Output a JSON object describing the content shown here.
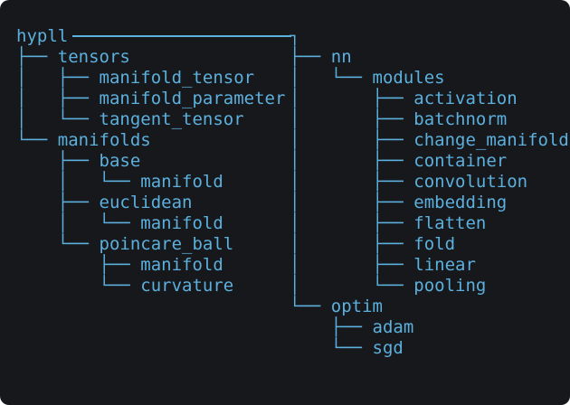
{
  "colors": {
    "page_background": "#ffffff",
    "panel_background": "#16181c",
    "accent": "#5cb0dd"
  },
  "tree": {
    "root_label": "hypll",
    "left_rows": [
      {
        "prefix": "",
        "name": "hypll"
      },
      {
        "prefix": "├── ",
        "name": "tensors"
      },
      {
        "prefix": "│   ├── ",
        "name": "manifold_tensor"
      },
      {
        "prefix": "│   ├── ",
        "name": "manifold_parameter"
      },
      {
        "prefix": "│   └── ",
        "name": "tangent_tensor"
      },
      {
        "prefix": "└── ",
        "name": "manifolds"
      },
      {
        "prefix": "    ├── ",
        "name": "base"
      },
      {
        "prefix": "    │   └── ",
        "name": "manifold"
      },
      {
        "prefix": "    ├── ",
        "name": "euclidean"
      },
      {
        "prefix": "    │   └── ",
        "name": "manifold"
      },
      {
        "prefix": "    └── ",
        "name": "poincare_ball"
      },
      {
        "prefix": "        ├── ",
        "name": "manifold"
      },
      {
        "prefix": "        └── ",
        "name": "curvature"
      }
    ],
    "right_rows": [
      {
        "prefix": "┐",
        "name": ""
      },
      {
        "prefix": "├── ",
        "name": "nn"
      },
      {
        "prefix": "│   └── ",
        "name": "modules"
      },
      {
        "prefix": "│       ├── ",
        "name": "activation"
      },
      {
        "prefix": "│       ├── ",
        "name": "batchnorm"
      },
      {
        "prefix": "│       ├── ",
        "name": "change_manifold"
      },
      {
        "prefix": "│       ├── ",
        "name": "container"
      },
      {
        "prefix": "│       ├── ",
        "name": "convolution"
      },
      {
        "prefix": "│       ├── ",
        "name": "embedding"
      },
      {
        "prefix": "│       ├── ",
        "name": "flatten"
      },
      {
        "prefix": "│       ├── ",
        "name": "fold"
      },
      {
        "prefix": "│       ├── ",
        "name": "linear"
      },
      {
        "prefix": "│       └── ",
        "name": "pooling"
      },
      {
        "prefix": "└── ",
        "name": "optim"
      },
      {
        "prefix": "    ├── ",
        "name": "adam"
      },
      {
        "prefix": "    └── ",
        "name": "sgd"
      }
    ]
  }
}
